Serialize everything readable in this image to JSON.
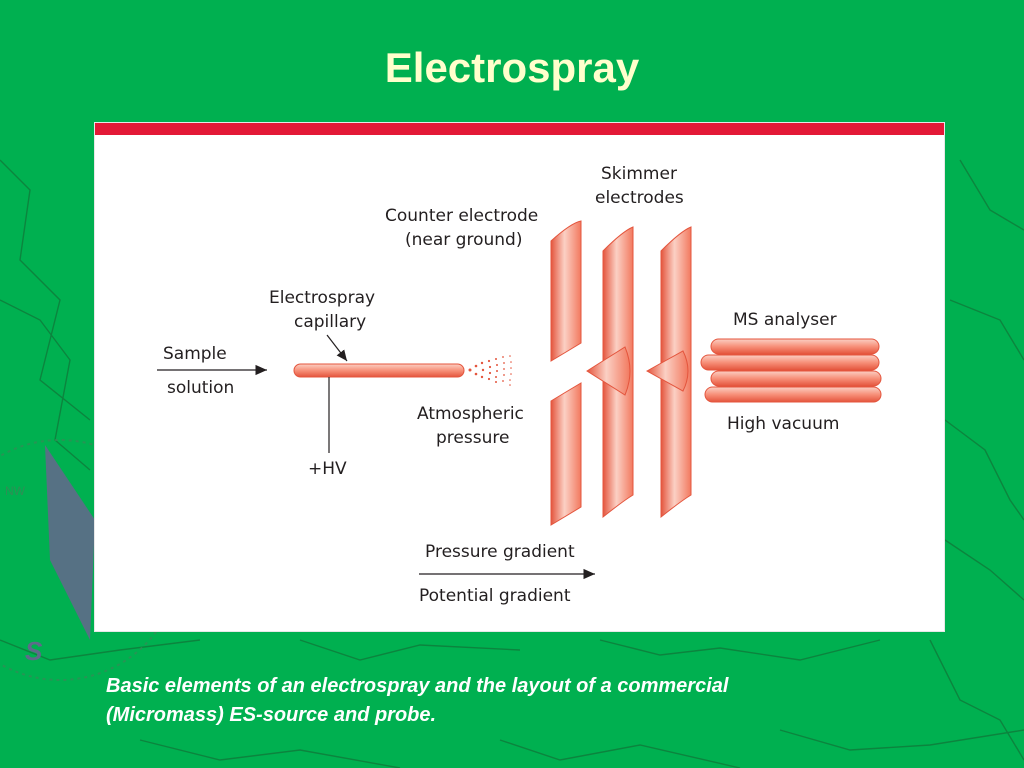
{
  "slide": {
    "title": "Electrospray",
    "caption_line1": "Basic elements of an electrospray and the layout of a commercial",
    "caption_line2": "(Micromass) ES-source and probe."
  },
  "diagram": {
    "sample_solution": [
      "Sample",
      "solution"
    ],
    "electrospray_capillary": [
      "Electrospray",
      "capillary"
    ],
    "hv": "+HV",
    "counter_electrode": [
      "Counter electrode",
      "(near ground)"
    ],
    "skimmer_electrodes": [
      "Skimmer",
      "electrodes"
    ],
    "atmospheric_pressure": [
      "Atmospheric",
      "pressure"
    ],
    "ms_analyser": "MS analyser",
    "high_vacuum": "High vacuum",
    "pressure_gradient": "Pressure gradient",
    "potential_gradient": "Potential gradient"
  },
  "colors": {
    "background": "#00b050",
    "title": "#ffffcc",
    "panel_bar": "#e31937",
    "electrode_fill": "#f7a18d",
    "electrode_stroke": "#e4553d"
  }
}
